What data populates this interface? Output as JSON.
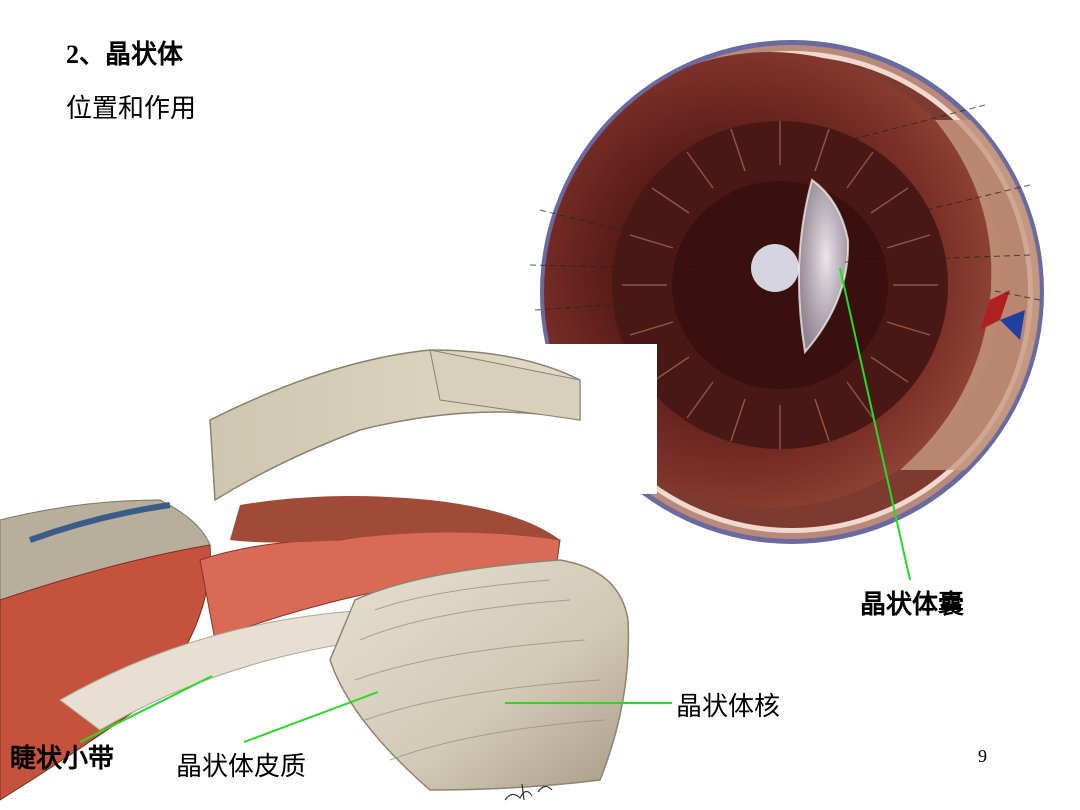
{
  "slide": {
    "heading": "2、晶状体",
    "subheading": "位置和作用",
    "page_number": "9"
  },
  "labels": {
    "capsule": "晶状体囊",
    "nucleus": "晶状体核",
    "zonule": "睫状小带",
    "cortex": "晶状体皮质"
  },
  "colors": {
    "leader_line": "#22dd22",
    "background": "#ffffff"
  }
}
